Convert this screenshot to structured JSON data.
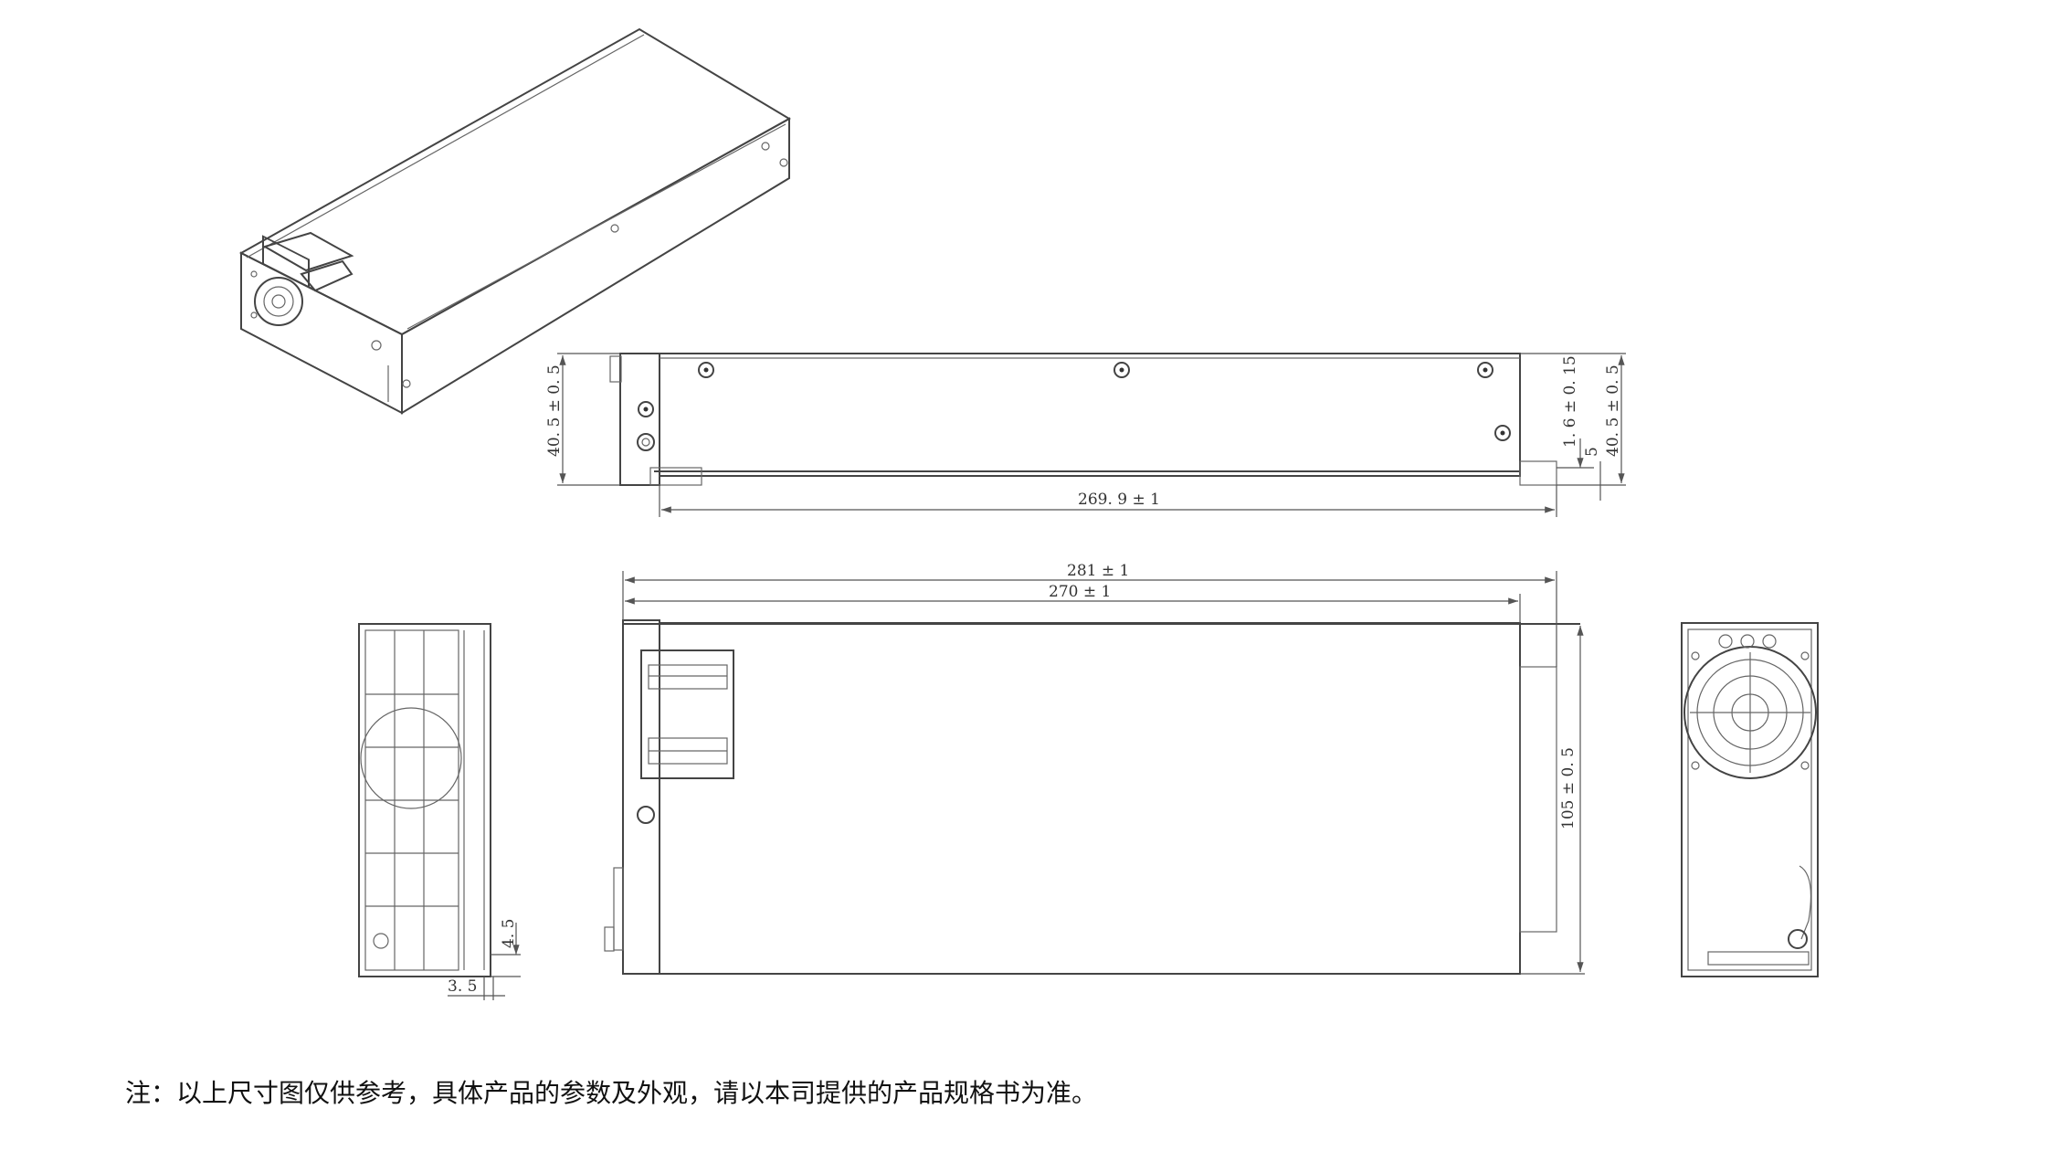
{
  "drawing": {
    "side_view": {
      "height_left": "40. 5 ± 0. 5",
      "height_right": "40. 5 ± 0. 5",
      "rail_thickness": "1. 6 ± 0. 15",
      "rail_offset": "5",
      "length": "269. 9 ± 1"
    },
    "top_view": {
      "overall_length": "281 ± 1",
      "body_length": "270 ± 1",
      "width": "105 ± 0. 5"
    },
    "end_view": {
      "offset_vertical": "4. 5",
      "offset_horizontal": "3. 5"
    }
  },
  "note": "注：以上尺寸图仅供参考，具体产品的参数及外观，请以本司提供的产品规格书为准。"
}
